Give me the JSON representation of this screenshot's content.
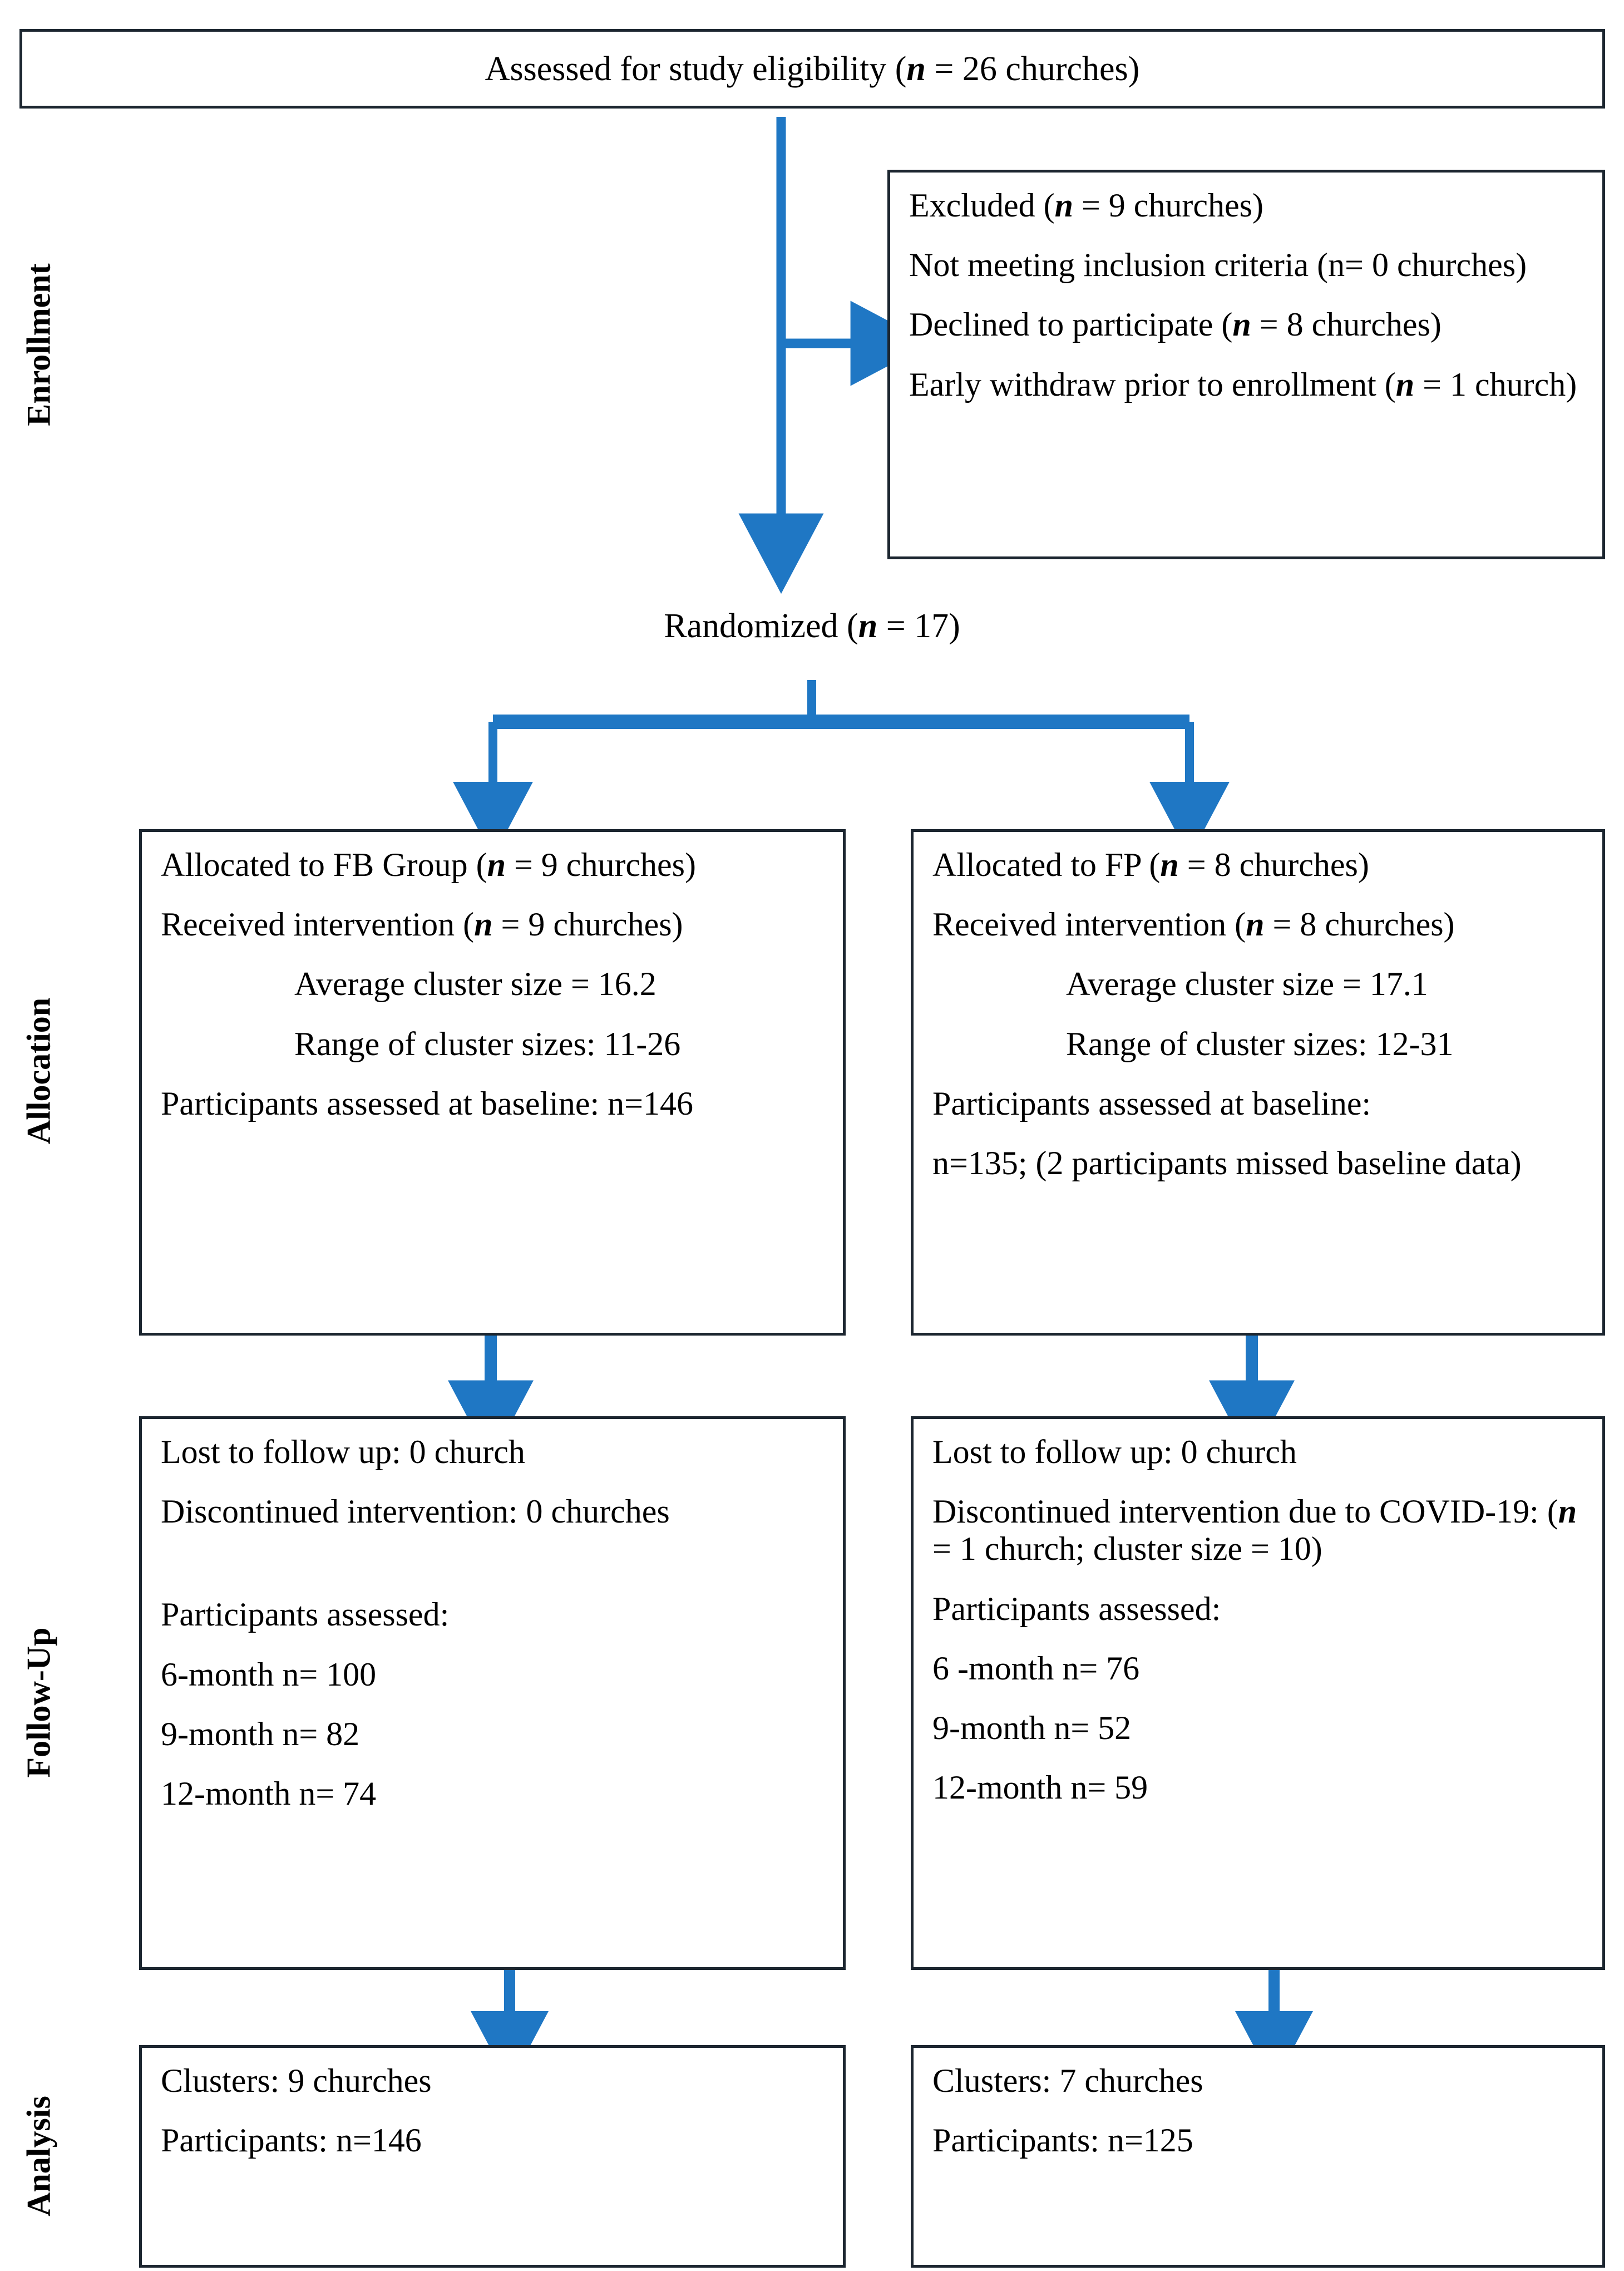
{
  "colors": {
    "arrow_blue": "#1f77c4",
    "box_border": "#1c2630",
    "text": "#000000",
    "background": "#ffffff"
  },
  "stage_labels": {
    "enrollment": "Enrollment",
    "allocation": "Allocation",
    "followup": "Follow-Up",
    "analysis": "Analysis"
  },
  "top_box": {
    "text_a": "Assessed for study eligibility (",
    "n": "n",
    "text_b": " = 26 churches)"
  },
  "excluded_box": {
    "lines": [
      {
        "a": "Excluded (",
        "n": "n",
        "b": " = 9 churches)"
      },
      {
        "a": "Not meeting inclusion criteria (n= 0 churches)",
        "n": "",
        "b": ""
      },
      {
        "a": "Declined to participate (",
        "n": "n",
        "b": " = 8 churches)"
      },
      {
        "a": "Early withdraw prior to enrollment (",
        "n": "n",
        "b": " = 1 church)"
      }
    ]
  },
  "randomized": {
    "text_a": "Randomized (",
    "n": "n",
    "text_b": " = 17)"
  },
  "allocation_left": {
    "lines": [
      {
        "a": "Allocated to FB Group (",
        "n": "n",
        "b": " = 9 churches)",
        "style": ""
      },
      {
        "a": "Received intervention (",
        "n": "n",
        "b": " = 9 churches)",
        "style": ""
      },
      {
        "a": "Average cluster size = 16.2",
        "n": "",
        "b": "",
        "style": "indent"
      },
      {
        "a": "Range of cluster sizes: 11-26",
        "n": "",
        "b": "",
        "style": "indent"
      },
      {
        "a": "Participants assessed at baseline: n=146",
        "n": "",
        "b": "",
        "style": ""
      }
    ]
  },
  "allocation_right": {
    "lines": [
      {
        "a": "Allocated to FP (",
        "n": "n",
        "b": " = 8 churches)",
        "style": ""
      },
      {
        "a": "Received intervention (",
        "n": "n",
        "b": " = 8 churches)",
        "style": ""
      },
      {
        "a": "Average cluster size = 17.1",
        "n": "",
        "b": "",
        "style": "indent"
      },
      {
        "a": "Range of cluster sizes: 12-31",
        "n": "",
        "b": "",
        "style": "indent"
      },
      {
        "a": "Participants assessed at baseline:",
        "n": "",
        "b": "",
        "style": ""
      },
      {
        "a": "n=135; (2 participants missed baseline data)",
        "n": "",
        "b": "",
        "style": ""
      }
    ]
  },
  "followup_left": {
    "lines": [
      {
        "a": "Lost to follow up: 0 church",
        "n": "",
        "b": "",
        "style": ""
      },
      {
        "a": "Discontinued intervention: 0 churches",
        "n": "",
        "b": "",
        "style": "gap-big"
      },
      {
        "a": "Participants assessed:",
        "n": "",
        "b": "",
        "style": ""
      },
      {
        "a": "6-month n= 100",
        "n": "",
        "b": "",
        "style": ""
      },
      {
        "a": "9-month n= 82",
        "n": "",
        "b": "",
        "style": ""
      },
      {
        "a": "12-month n= 74",
        "n": "",
        "b": "",
        "style": ""
      }
    ]
  },
  "followup_right": {
    "lines": [
      {
        "a": "Lost to follow up: 0 church",
        "n": "",
        "b": "",
        "style": ""
      },
      {
        "a": "Discontinued intervention due to COVID-19: (",
        "n": "n",
        "b": " = 1 church; cluster size = 10)",
        "style": ""
      },
      {
        "a": "Participants assessed:",
        "n": "",
        "b": "",
        "style": ""
      },
      {
        "a": "6 -month n= 76",
        "n": "",
        "b": "",
        "style": ""
      },
      {
        "a": "9-month n= 52",
        "n": "",
        "b": "",
        "style": ""
      },
      {
        "a": "12-month n= 59",
        "n": "",
        "b": "",
        "style": ""
      }
    ]
  },
  "analysis_left": {
    "lines": [
      {
        "a": "Clusters: 9 churches",
        "n": "",
        "b": "",
        "style": ""
      },
      {
        "a": "Participants: n=146",
        "n": "",
        "b": "",
        "style": ""
      }
    ]
  },
  "analysis_right": {
    "lines": [
      {
        "a": "Clusters: 7 churches",
        "n": "",
        "b": "",
        "style": ""
      },
      {
        "a": "Participants: n=125",
        "n": "",
        "b": "",
        "style": ""
      }
    ]
  },
  "flow": {
    "type": "consort-flow-diagram",
    "arrows": [
      {
        "name": "top-to-randomized",
        "from": "top-box",
        "to": "randomized"
      },
      {
        "name": "top-to-excluded",
        "from": "enrollment-trunk",
        "to": "excluded-box"
      },
      {
        "name": "randomized-split-left",
        "from": "randomized",
        "to": "alloc-left"
      },
      {
        "name": "randomized-split-right",
        "from": "randomized",
        "to": "alloc-right"
      },
      {
        "name": "alloc-left-to-follow-left",
        "from": "alloc-left",
        "to": "follow-left"
      },
      {
        "name": "alloc-right-to-follow-right",
        "from": "alloc-right",
        "to": "follow-right"
      },
      {
        "name": "follow-left-to-analysis-left",
        "from": "follow-left",
        "to": "analysis-left"
      },
      {
        "name": "follow-right-to-analysis-right",
        "from": "follow-right",
        "to": "analysis-right"
      }
    ]
  }
}
